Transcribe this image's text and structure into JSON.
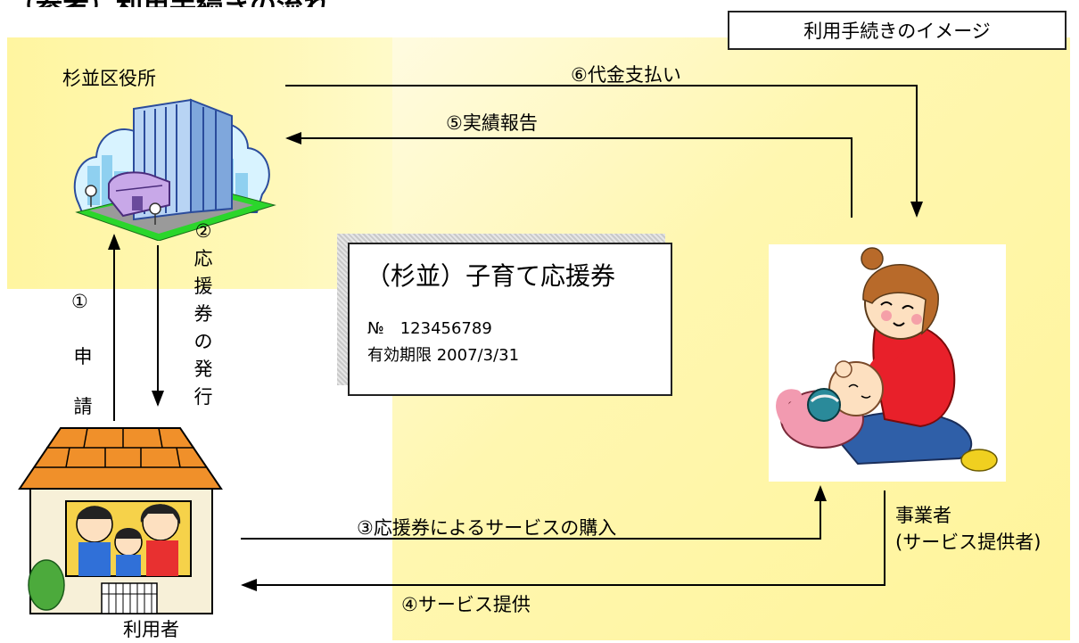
{
  "header": {
    "page_heading": "（参考）利用手続きの流れ",
    "title_box": "利用手続きのイメージ"
  },
  "nodes": {
    "city_office": "杉並区役所",
    "user": "利用者",
    "provider_line1": "事業者",
    "provider_line2": "(サービス提供者)"
  },
  "steps": {
    "step1_number": "①",
    "step1_chars": [
      "申",
      "請"
    ],
    "step2_chars": [
      "②",
      "応",
      "援",
      "券",
      "の",
      "発",
      "行"
    ],
    "step3": "③応援券によるサービスの購入",
    "step4": "④サービス提供",
    "step5": "⑤実績報告",
    "step6": "⑥代金支払い"
  },
  "ticket": {
    "title": "（杉並）子育て応援券",
    "number": "№　123456789",
    "expiry": "有効期限  2007/3/31"
  },
  "colors": {
    "background_yellow": "#fff6ad",
    "line": "#000000",
    "lawn": "#2bd62b",
    "building": "#8fb6e8",
    "roof": "#f0902a"
  }
}
